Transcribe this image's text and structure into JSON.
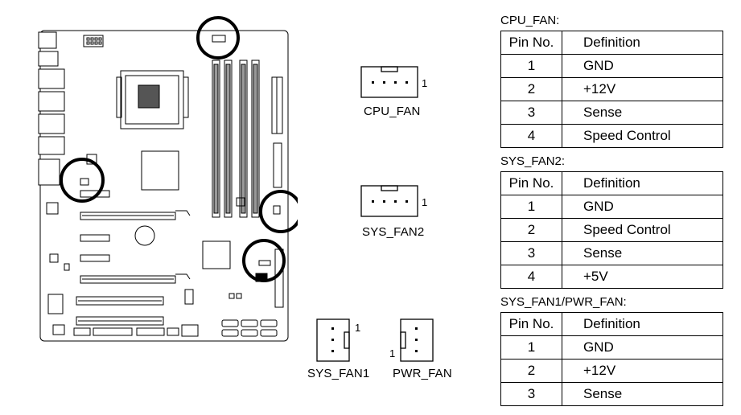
{
  "connectors": {
    "cpu_fan_label": "CPU_FAN",
    "sys_fan2_label": "SYS_FAN2",
    "sys_fan1_label": "SYS_FAN1",
    "pwr_fan_label": "PWR_FAN",
    "pin1_marker": "1"
  },
  "tables": {
    "cpu_fan": {
      "caption": "CPU_FAN:",
      "header": [
        "Pin No.",
        "Definition"
      ],
      "rows": [
        {
          "pin": "1",
          "def": "GND"
        },
        {
          "pin": "2",
          "def": "+12V"
        },
        {
          "pin": "3",
          "def": "Sense"
        },
        {
          "pin": "4",
          "def": "Speed Control"
        }
      ]
    },
    "sys_fan2": {
      "caption": "SYS_FAN2:",
      "header": [
        "Pin No.",
        "Definition"
      ],
      "rows": [
        {
          "pin": "1",
          "def": "GND"
        },
        {
          "pin": "2",
          "def": "Speed Control"
        },
        {
          "pin": "3",
          "def": "Sense"
        },
        {
          "pin": "4",
          "def": "+5V"
        }
      ]
    },
    "sys_fan1_pwr_fan": {
      "caption": "SYS_FAN1/PWR_FAN:",
      "header": [
        "Pin No.",
        "Definition"
      ],
      "rows": [
        {
          "pin": "1",
          "def": "GND"
        },
        {
          "pin": "2",
          "def": "+12V"
        },
        {
          "pin": "3",
          "def": "Sense"
        }
      ]
    }
  }
}
